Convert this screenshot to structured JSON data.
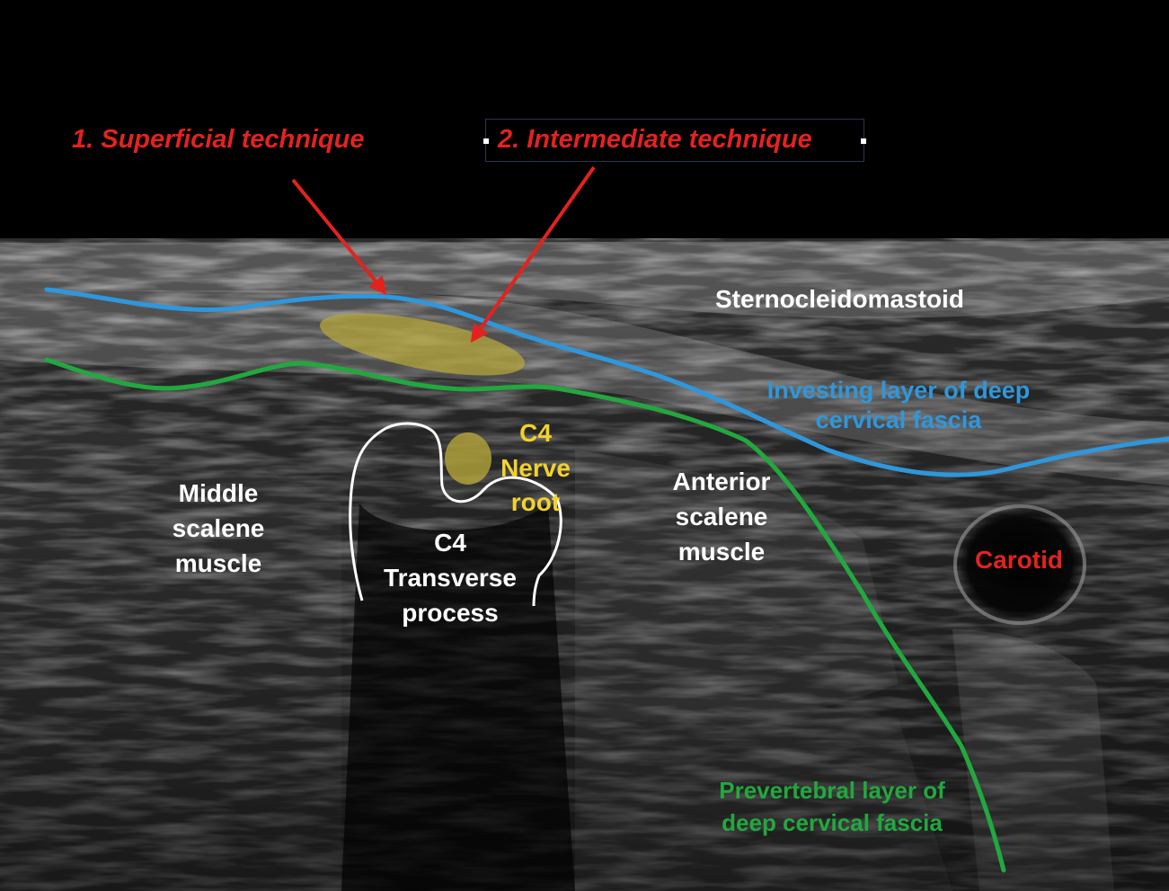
{
  "colors": {
    "technique_label": "#e3221f",
    "arrow": "#e3221f",
    "investing_fascia": "#2f97dc",
    "prevertebral_fascia": "#22a83e",
    "target_region": "#b9a83a",
    "nerve_root": "#b9a83a",
    "carotid_label": "#e3221f",
    "anatomy_label": "#ffffff",
    "nerve_label": "#f2d22c",
    "background": "#000000"
  },
  "techniques": {
    "superficial": "1. Superficial technique",
    "intermediate": "2. Intermediate technique"
  },
  "structures": {
    "sternocleidomastoid": "Sternocleidomastoid",
    "investing_line1": "Investing layer of deep",
    "investing_line2": "cervical fascia",
    "nerve_line1": "C4",
    "nerve_line2": "Nerve",
    "nerve_line3": "root",
    "middle_line1": "Middle",
    "middle_line2": "scalene",
    "middle_line3": "muscle",
    "tp_line1": "C4",
    "tp_line2": "Transverse",
    "tp_line3": "process",
    "anterior_line1": "Anterior",
    "anterior_line2": "scalene",
    "anterior_line3": "muscle",
    "carotid": "Carotid",
    "prevertebral_line1": "Prevertebral layer of",
    "prevertebral_line2": "deep cervical fascia"
  },
  "icons": {
    "arrow_superficial": "arrow-down-right-icon",
    "arrow_intermediate": "arrow-down-left-icon"
  }
}
